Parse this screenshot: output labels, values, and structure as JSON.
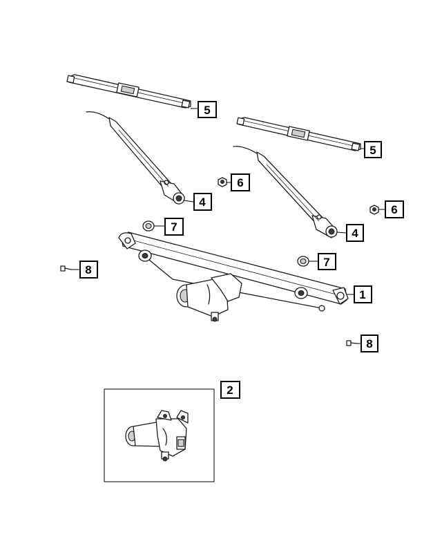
{
  "callouts": {
    "c1": "1",
    "c2": "2",
    "c4a": "4",
    "c4b": "4",
    "c5a": "5",
    "c5b": "5",
    "c6a": "6",
    "c6b": "6",
    "c7a": "7",
    "c7b": "7",
    "c8a": "8",
    "c8b": "8"
  },
  "parts": [
    {
      "ref": "1",
      "depiction": "wiper-linkage-with-motor"
    },
    {
      "ref": "2",
      "depiction": "wiper-motor"
    },
    {
      "ref": "4",
      "depiction": "wiper-arm"
    },
    {
      "ref": "5",
      "depiction": "wiper-blade"
    },
    {
      "ref": "6",
      "depiction": "nut"
    },
    {
      "ref": "7",
      "depiction": "cap"
    },
    {
      "ref": "8",
      "depiction": "screw"
    }
  ]
}
